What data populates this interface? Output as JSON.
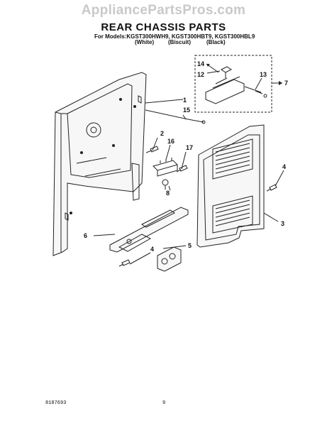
{
  "watermark": "AppliancePartsPros.com",
  "title": "REAR CHASSIS PARTS",
  "models_line": "For Models:KGST300HWH9, KGST300HBT9, KGST300HBL9",
  "colors": [
    "(White)",
    "(Biscuit)",
    "(Black)"
  ],
  "callouts": [
    "1",
    "2",
    "3",
    "4",
    "4",
    "5",
    "6",
    "7",
    "8",
    "12",
    "13",
    "14",
    "15",
    "16",
    "17"
  ],
  "footer": {
    "doc_number": "8187693",
    "page": "9"
  }
}
